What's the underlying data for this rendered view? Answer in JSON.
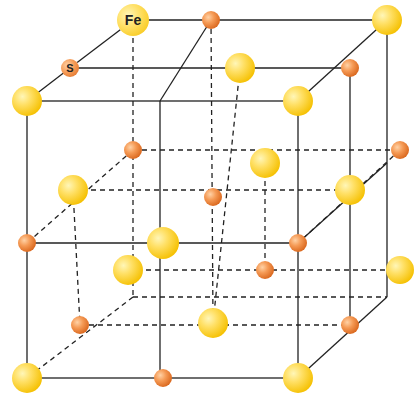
{
  "diagram": {
    "nodes": [
      {
        "text": [
          "Fe"
        ]
      },
      {
        "text": [
          "S"
        ]
      }
    ],
    "edges": [
      {
        "from": 0,
        "to": 1,
        "arrow": "none"
      }
    ]
  }
}
